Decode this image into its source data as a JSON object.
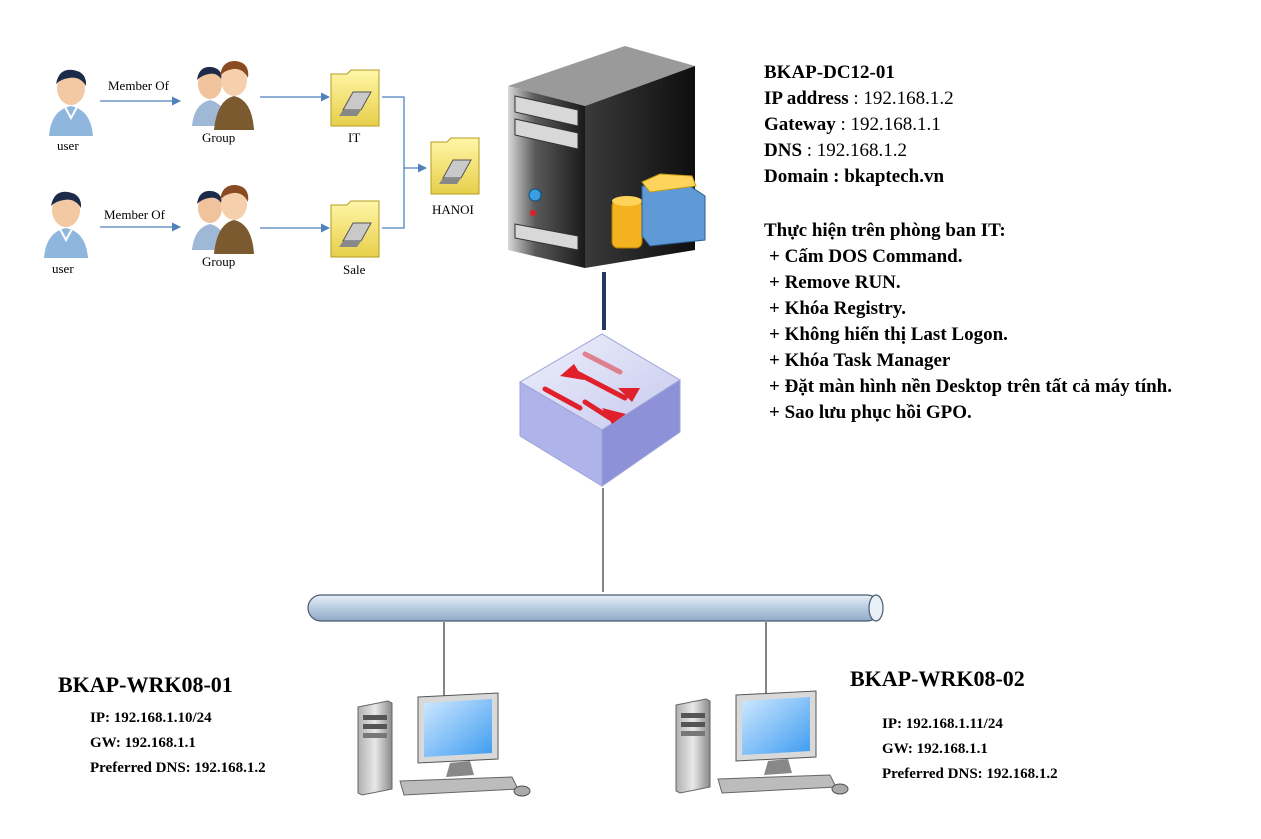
{
  "users": [
    {
      "user_label": "user",
      "member_of_label": "Member Of",
      "group_label": "Group"
    },
    {
      "user_label": "user",
      "member_of_label": "Member Of",
      "group_label": "Group"
    }
  ],
  "ous": {
    "it_label": "IT",
    "sale_label": "Sale",
    "hanoi_label": "HANOI"
  },
  "server": {
    "name": "BKAP-DC12-01",
    "ip_key": "IP address",
    "ip_value": " : 192.168.1.2",
    "gateway_key": "Gateway",
    "gateway_value": " : 192.168.1.1",
    "dns_key": "DNS",
    "dns_value": " : 192.168.1.2",
    "domain_key": "Domain",
    "domain_value": " : bkaptech.vn"
  },
  "tasks": {
    "heading": "Thực hiện trên phòng ban IT:",
    "items": [
      "+ Cấm DOS Command.",
      "+ Remove RUN.",
      "+ Khóa Registry.",
      "+ Không hiển thị Last Logon.",
      "+ Khóa Task Manager",
      "+ Đặt màn hình nền Desktop trên tất cả máy tính.",
      "+ Sao lưu phục hồi GPO."
    ]
  },
  "workstations": [
    {
      "name": "BKAP-WRK08-01",
      "ip": "IP: 192.168.1.10/24",
      "gw": "GW: 192.168.1.1",
      "dns": "Preferred DNS: 192.168.1.2"
    },
    {
      "name": "BKAP-WRK08-02",
      "ip": "IP: 192.168.1.11/24",
      "gw": "GW: 192.168.1.1",
      "dns": "Preferred DNS: 192.168.1.2"
    }
  ],
  "colors": {
    "connector": "#4f81bd",
    "switch_arrow": "#e0202a",
    "bus": "#c9d7e8"
  }
}
